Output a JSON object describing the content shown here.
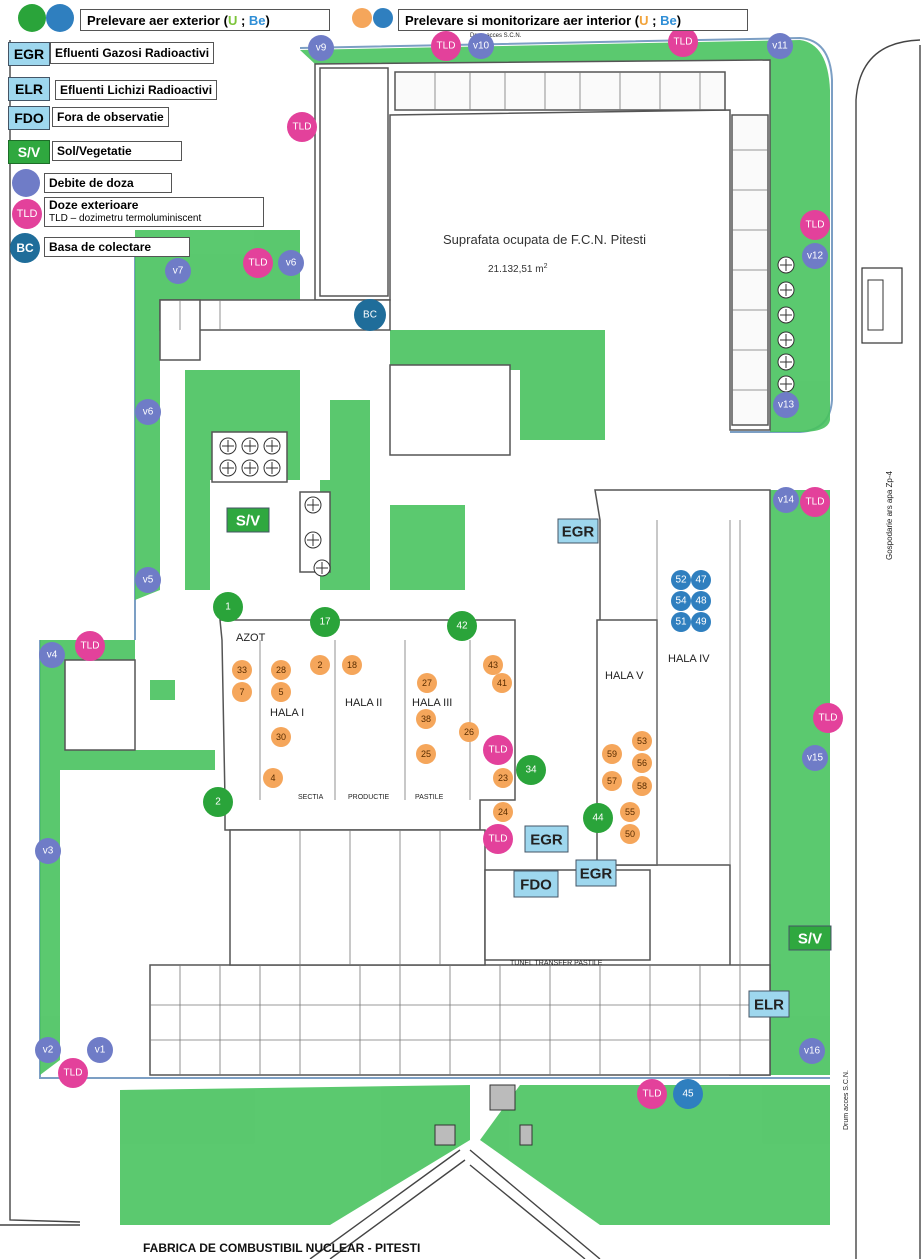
{
  "colors": {
    "green_area": "#3fbf57",
    "green_light": "#8fe49b",
    "green_marker": "#2aa43a",
    "blue_marker": "#2f7fbf",
    "dark_blue_marker": "#1f6d9a",
    "purple_marker": "#6f7cc7",
    "pink_marker": "#e3419b",
    "orange_marker": "#f5a65b",
    "cyan_box": "#9ed7ee",
    "building_line": "#555555"
  },
  "legend": {
    "exterior_label": "Prelevare aer exterior (",
    "exterior_u": "U",
    "exterior_sep": " ; ",
    "exterior_be": "Be",
    "exterior_end": ")",
    "interior_label": "Prelevare si monitorizare aer interior (",
    "interior_u": "U",
    "interior_sep": " ; ",
    "interior_be": "Be",
    "interior_end": ")",
    "items": [
      {
        "badge": "EGR",
        "text": "Efluenti Gazosi Radioactivi",
        "icon": "cyan-box"
      },
      {
        "badge": "ELR",
        "text": "Efluenti Lichizi Radioactivi",
        "icon": "cyan-box"
      },
      {
        "badge": "FDO",
        "text": "Fora de observatie",
        "icon": "cyan-box"
      },
      {
        "badge": "S/V",
        "text": "Sol/Vegetatie",
        "icon": "green-box"
      },
      {
        "badge": "",
        "text": "Debite de doza",
        "icon": "purple-circle"
      },
      {
        "badge": "TLD",
        "text": "Doze exterioare",
        "subtext": "TLD – dozimetru termoluminiscent",
        "icon": "pink-circle"
      },
      {
        "badge": "BC",
        "text": "Basa de colectare",
        "icon": "dark-blue-circle"
      }
    ]
  },
  "map": {
    "site_title": "Suprafata ocupata de F.C.N. Pitesti",
    "site_area": "21.132,51 m",
    "site_area_sup": "2",
    "footer": "FABRICA DE COMBUSTIBIL NUCLEAR - PITESTI",
    "hall_labels": [
      "HALA I",
      "HALA II",
      "HALA III",
      "HALA IV",
      "HALA V"
    ],
    "section_label": "SECTIA",
    "section_label_2": "PRODUCTIE",
    "section_label_3": "PASTILE",
    "azot_label": "AZOT",
    "tunnel_label": "TUNEL TRANSFER PASTILE",
    "road_label_right": "Gospodarie ars apa Zp-4",
    "road_label_bottom_right": "Drum acces S.C.N.",
    "road_label_top": "Drum acces S.C.N.",
    "markers_green": [
      "1",
      "17",
      "42",
      "2",
      "34",
      "44"
    ],
    "markers_blue": [
      "52",
      "47",
      "54",
      "48",
      "51",
      "49",
      "45"
    ],
    "markers_orange": [
      "33",
      "28",
      "7",
      "5",
      "30",
      "4",
      "2",
      "18",
      "27",
      "43",
      "41",
      "38",
      "26",
      "25",
      "23",
      "24",
      "53",
      "56",
      "58",
      "59",
      "57",
      "55",
      "50"
    ],
    "markers_purple": [
      "v9",
      "v10",
      "v11",
      "v7",
      "v6",
      "v12",
      "v6",
      "v13",
      "v14",
      "v5",
      "v4",
      "v15",
      "v3",
      "v2",
      "v1",
      "v16"
    ],
    "markers_tld": "TLD",
    "markers_bc": "BC",
    "boxes": [
      "EGR",
      "EGR",
      "EGR",
      "FDO",
      "ELR",
      "S/V",
      "S/V"
    ]
  }
}
